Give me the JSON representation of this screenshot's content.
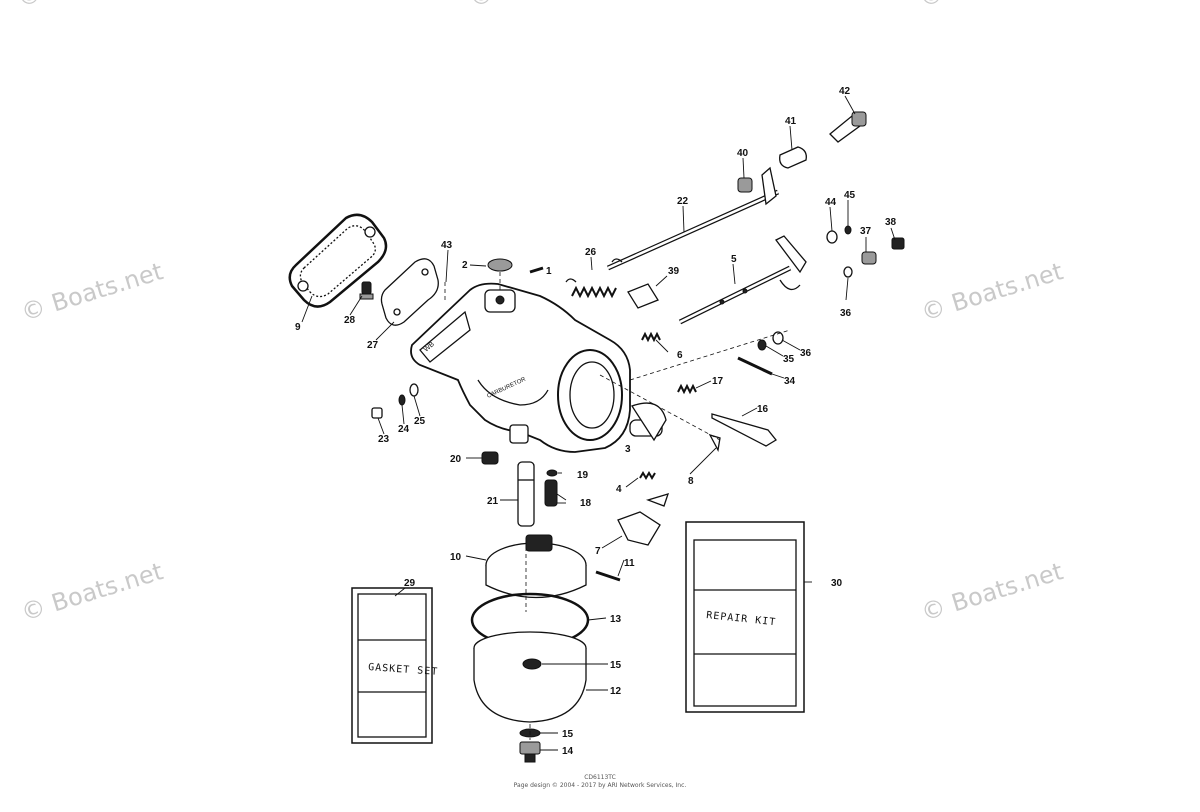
{
  "watermark": {
    "text": "© Boats.net"
  },
  "callouts": [
    {
      "id": "c42",
      "label": "42"
    },
    {
      "id": "c41",
      "label": "41"
    },
    {
      "id": "c40",
      "label": "40"
    },
    {
      "id": "c22",
      "label": "22"
    },
    {
      "id": "c44",
      "label": "44"
    },
    {
      "id": "c45",
      "label": "45"
    },
    {
      "id": "c38",
      "label": "38"
    },
    {
      "id": "c37",
      "label": "37"
    },
    {
      "id": "c26",
      "label": "26"
    },
    {
      "id": "c5",
      "label": "5"
    },
    {
      "id": "c39",
      "label": "39"
    },
    {
      "id": "c36a",
      "label": "36"
    },
    {
      "id": "c43",
      "label": "43"
    },
    {
      "id": "c2",
      "label": "2"
    },
    {
      "id": "c1",
      "label": "1"
    },
    {
      "id": "c9",
      "label": "9"
    },
    {
      "id": "c28",
      "label": "28"
    },
    {
      "id": "c27",
      "label": "27"
    },
    {
      "id": "c6",
      "label": "6"
    },
    {
      "id": "c36b",
      "label": "36"
    },
    {
      "id": "c35",
      "label": "35"
    },
    {
      "id": "c34",
      "label": "34"
    },
    {
      "id": "c17",
      "label": "17"
    },
    {
      "id": "c16",
      "label": "16"
    },
    {
      "id": "c23",
      "label": "23"
    },
    {
      "id": "c24",
      "label": "24"
    },
    {
      "id": "c25",
      "label": "25"
    },
    {
      "id": "c3",
      "label": "3"
    },
    {
      "id": "c8",
      "label": "8"
    },
    {
      "id": "c20",
      "label": "20"
    },
    {
      "id": "c19",
      "label": "19"
    },
    {
      "id": "c4",
      "label": "4"
    },
    {
      "id": "c18",
      "label": "18"
    },
    {
      "id": "c21",
      "label": "21"
    },
    {
      "id": "c7",
      "label": "7"
    },
    {
      "id": "c10",
      "label": "10"
    },
    {
      "id": "c11",
      "label": "11"
    },
    {
      "id": "c29",
      "label": "29"
    },
    {
      "id": "c30",
      "label": "30"
    },
    {
      "id": "c13",
      "label": "13"
    },
    {
      "id": "c15a",
      "label": "15"
    },
    {
      "id": "c12",
      "label": "12"
    },
    {
      "id": "c15b",
      "label": "15"
    },
    {
      "id": "c14",
      "label": "14"
    }
  ],
  "kits": {
    "gasket_set": "GASKET SET",
    "repair_kit": "REPAIR KIT"
  },
  "footer": {
    "line1": "CD6113TC",
    "line2": "Page design © 2004 - 2017 by ARI Network Services, Inc."
  }
}
